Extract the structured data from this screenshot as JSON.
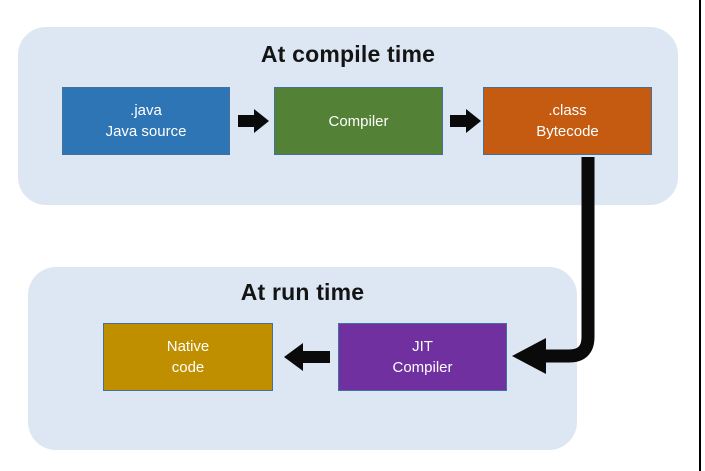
{
  "sections": {
    "compile": {
      "title": "At compile time"
    },
    "runtime": {
      "title": "At run time"
    }
  },
  "boxes": {
    "java_source": {
      "line1": ".java",
      "line2": "Java source",
      "fill": "#2e75b6"
    },
    "compiler": {
      "line1": "Compiler",
      "fill": "#538135"
    },
    "class_bytecode": {
      "line1": ".class",
      "line2": "Bytecode",
      "fill": "#c55a11"
    },
    "native_code": {
      "line1": "Native",
      "line2": "code",
      "fill": "#bf8f00"
    },
    "jit_compiler": {
      "line1": "JIT",
      "line2": "Compiler",
      "fill": "#7030a0"
    }
  },
  "arrows": {
    "java_to_compiler": "right-arrow",
    "compiler_to_class": "right-arrow",
    "class_to_jit": "elbow-down-left-arrow",
    "jit_to_native": "left-arrow"
  },
  "colors": {
    "section_background": "#dce7f3",
    "box_border": "#41719c",
    "box_text": "#ffffff",
    "title_text": "#141414",
    "arrow": "#0a0a0a",
    "frame_line": "#000000"
  }
}
